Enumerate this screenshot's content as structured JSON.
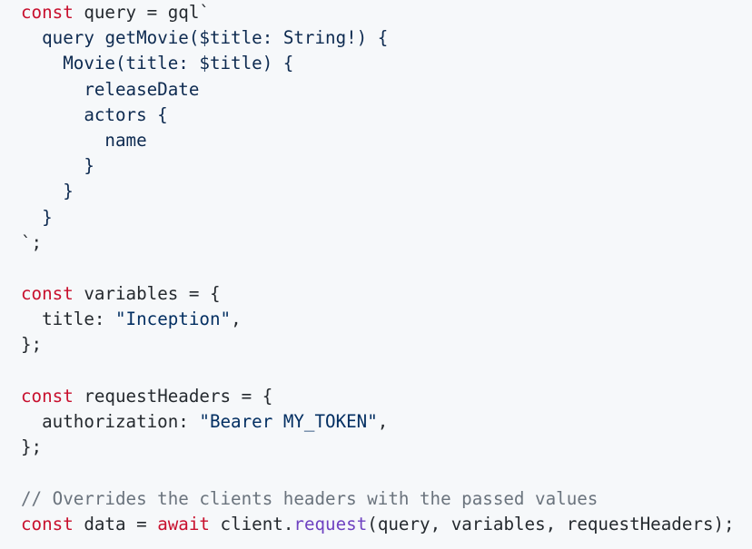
{
  "code": {
    "language": "javascript",
    "tokens": {
      "const": "const",
      "await": "await",
      "query_var": "query",
      "gql": "gql",
      "backtick_open": "`",
      "backtick_close": "`;",
      "query_kw": "query",
      "getMovie_sig": "getMovie($title: String!) {",
      "movie_call": "Movie(title: $title) {",
      "releaseDate": "releaseDate",
      "actors": "actors {",
      "name": "name",
      "close_brace": "}",
      "variables_var": "variables",
      "title_prop": "title",
      "title_value": "\"Inception\"",
      "requestHeaders_var": "requestHeaders",
      "authorization_prop": "authorization",
      "authorization_value": "\"Bearer MY_TOKEN\"",
      "comment": "// Overrides the clients headers with the passed values",
      "data_var": "data",
      "client": "client",
      "request_fn": "request",
      "request_args": "(query, variables, requestHeaders);",
      "assign_open": " = {",
      "assign": " = ",
      "obj_close": "};",
      "comma": ",",
      "colon": ": ",
      "dot": "."
    }
  }
}
